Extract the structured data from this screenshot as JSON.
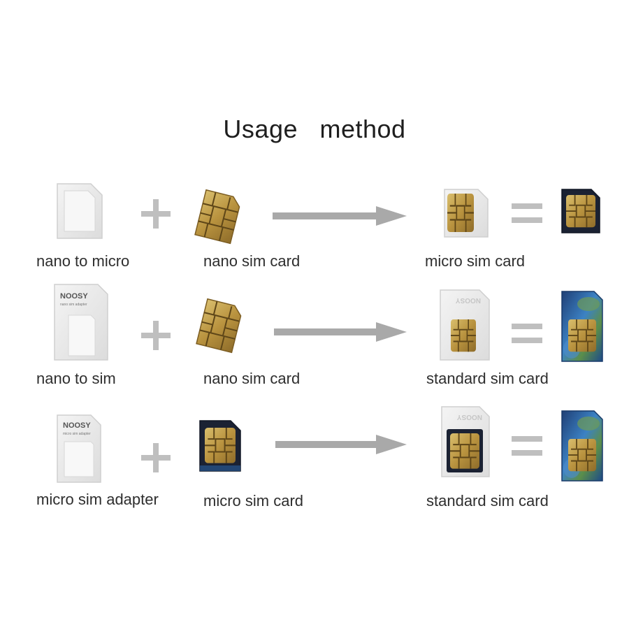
{
  "title": "Usage   method",
  "brand": {
    "adapter_logo": "NOOSY",
    "nano_sim_adapter_text": "nano sim adapter",
    "micro_sim_adapter_text": "micro sim adapter"
  },
  "colors": {
    "gold_chip": "#b38f3f",
    "gold_light": "#d4b866",
    "chip_line": "#6b5320",
    "adapter_white": "#ececec",
    "card_dark": "#1c2436",
    "earth_blue": "#2a5f9e",
    "operator_gray": "#bdbdbd"
  },
  "rows": [
    {
      "adapter_label": "nano to micro",
      "input_label": "nano sim card",
      "result_label": "micro sim card",
      "adapter_icon": "nano-to-micro-adapter-icon",
      "input_icon": "nano-sim-icon",
      "result_icon": "micro-sim-in-adapter-icon",
      "final_icon": "micro-sim-icon"
    },
    {
      "adapter_label": "nano to sim",
      "input_label": "nano sim card",
      "result_label": "standard sim card",
      "adapter_icon": "nano-to-standard-adapter-icon",
      "input_icon": "nano-sim-icon",
      "result_icon": "standard-sim-in-adapter-icon",
      "final_icon": "standard-sim-icon"
    },
    {
      "adapter_label": "micro sim adapter",
      "input_label": "micro sim card",
      "result_label": "standard sim card",
      "adapter_icon": "micro-to-standard-adapter-icon",
      "input_icon": "micro-sim-icon",
      "result_icon": "standard-sim-in-adapter-icon",
      "final_icon": "standard-sim-icon"
    }
  ]
}
